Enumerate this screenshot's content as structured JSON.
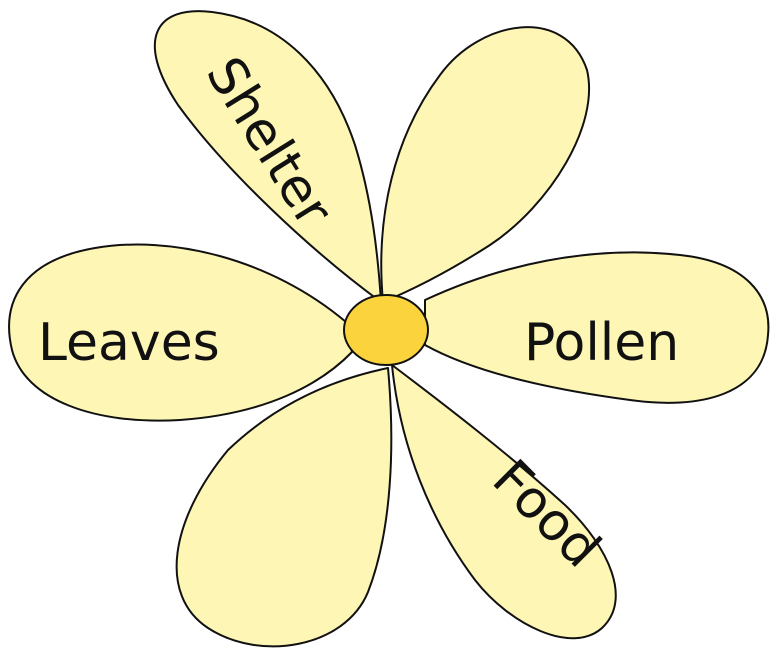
{
  "diagram": {
    "petal_fill": "#fdf6b5",
    "center_fill": "#fbd33d",
    "outline": "#111111",
    "labels": {
      "shelter": "Shelter",
      "leaves": "Leaves",
      "pollen": "Pollen",
      "food": "Food"
    }
  }
}
